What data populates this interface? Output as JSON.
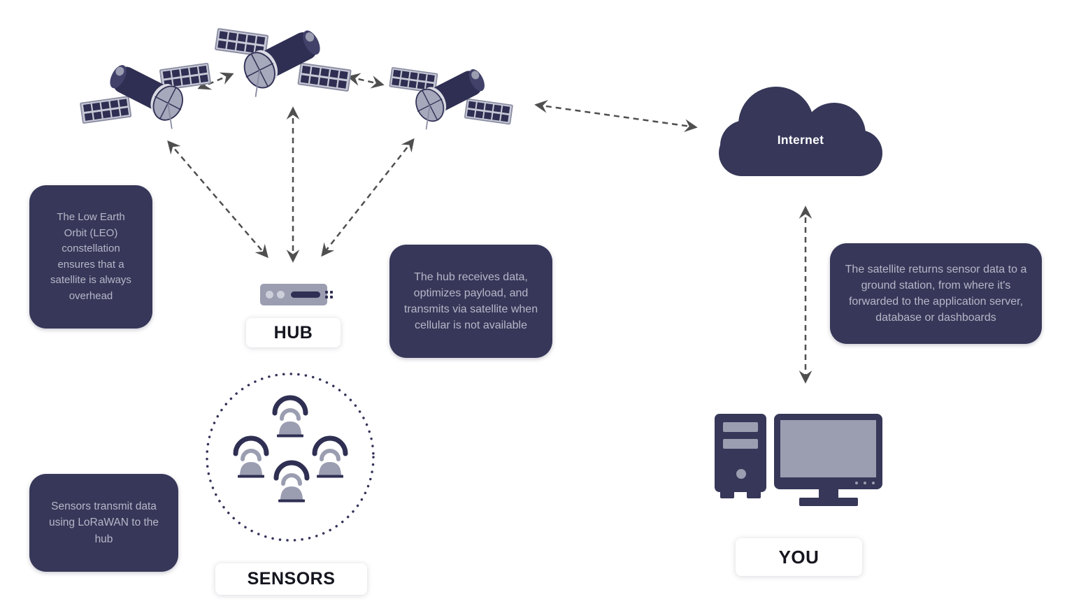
{
  "nodes": {
    "internet": {
      "label": "Internet"
    },
    "hub": {
      "label": "HUB"
    },
    "sensors": {
      "label": "SENSORS"
    },
    "you": {
      "label": "YOU"
    }
  },
  "callouts": {
    "leo": {
      "text": "The Low Earth Orbit (LEO) constellation ensures that a satellite is always overhead"
    },
    "hub": {
      "text": "The hub receives data, optimizes payload, and transmits via satellite when cellular is not available"
    },
    "ground_station": {
      "text": "The satellite returns sensor data to a ground station, from where it's forwarded to the application server, database or dashboards"
    },
    "sensors": {
      "text": "Sensors transmit data using LoRaWAN to the hub"
    }
  },
  "icons": {
    "satellites": [
      "satellite-icon",
      "satellite-icon",
      "satellite-icon"
    ],
    "cloud": "cloud-icon",
    "hub_device": "hub-device-icon",
    "sensor_count": 4,
    "computer": "computer-icon"
  },
  "connections": [
    {
      "from": "satellite-left",
      "to": "satellite-center",
      "style": "dashed",
      "bidirectional": true
    },
    {
      "from": "satellite-center",
      "to": "satellite-right",
      "style": "dashed",
      "bidirectional": true
    },
    {
      "from": "satellite-right",
      "to": "internet-cloud",
      "style": "dashed",
      "bidirectional": true
    },
    {
      "from": "hub",
      "to": "satellite-left",
      "style": "dashed",
      "bidirectional": true
    },
    {
      "from": "hub",
      "to": "satellite-center",
      "style": "dashed",
      "bidirectional": true
    },
    {
      "from": "hub",
      "to": "satellite-right",
      "style": "dashed",
      "bidirectional": true
    },
    {
      "from": "internet-cloud",
      "to": "you",
      "style": "dashed",
      "bidirectional": true
    }
  ],
  "colors": {
    "navy": "#373759",
    "icon_navy": "#2f2f53",
    "panel_gray": "#9b9db1",
    "light_gray": "#c7c9d6",
    "callout_text": "#b6b7c8",
    "arrow": "#4f4f4f",
    "label_text": "#15151f",
    "background": "#ffffff"
  }
}
